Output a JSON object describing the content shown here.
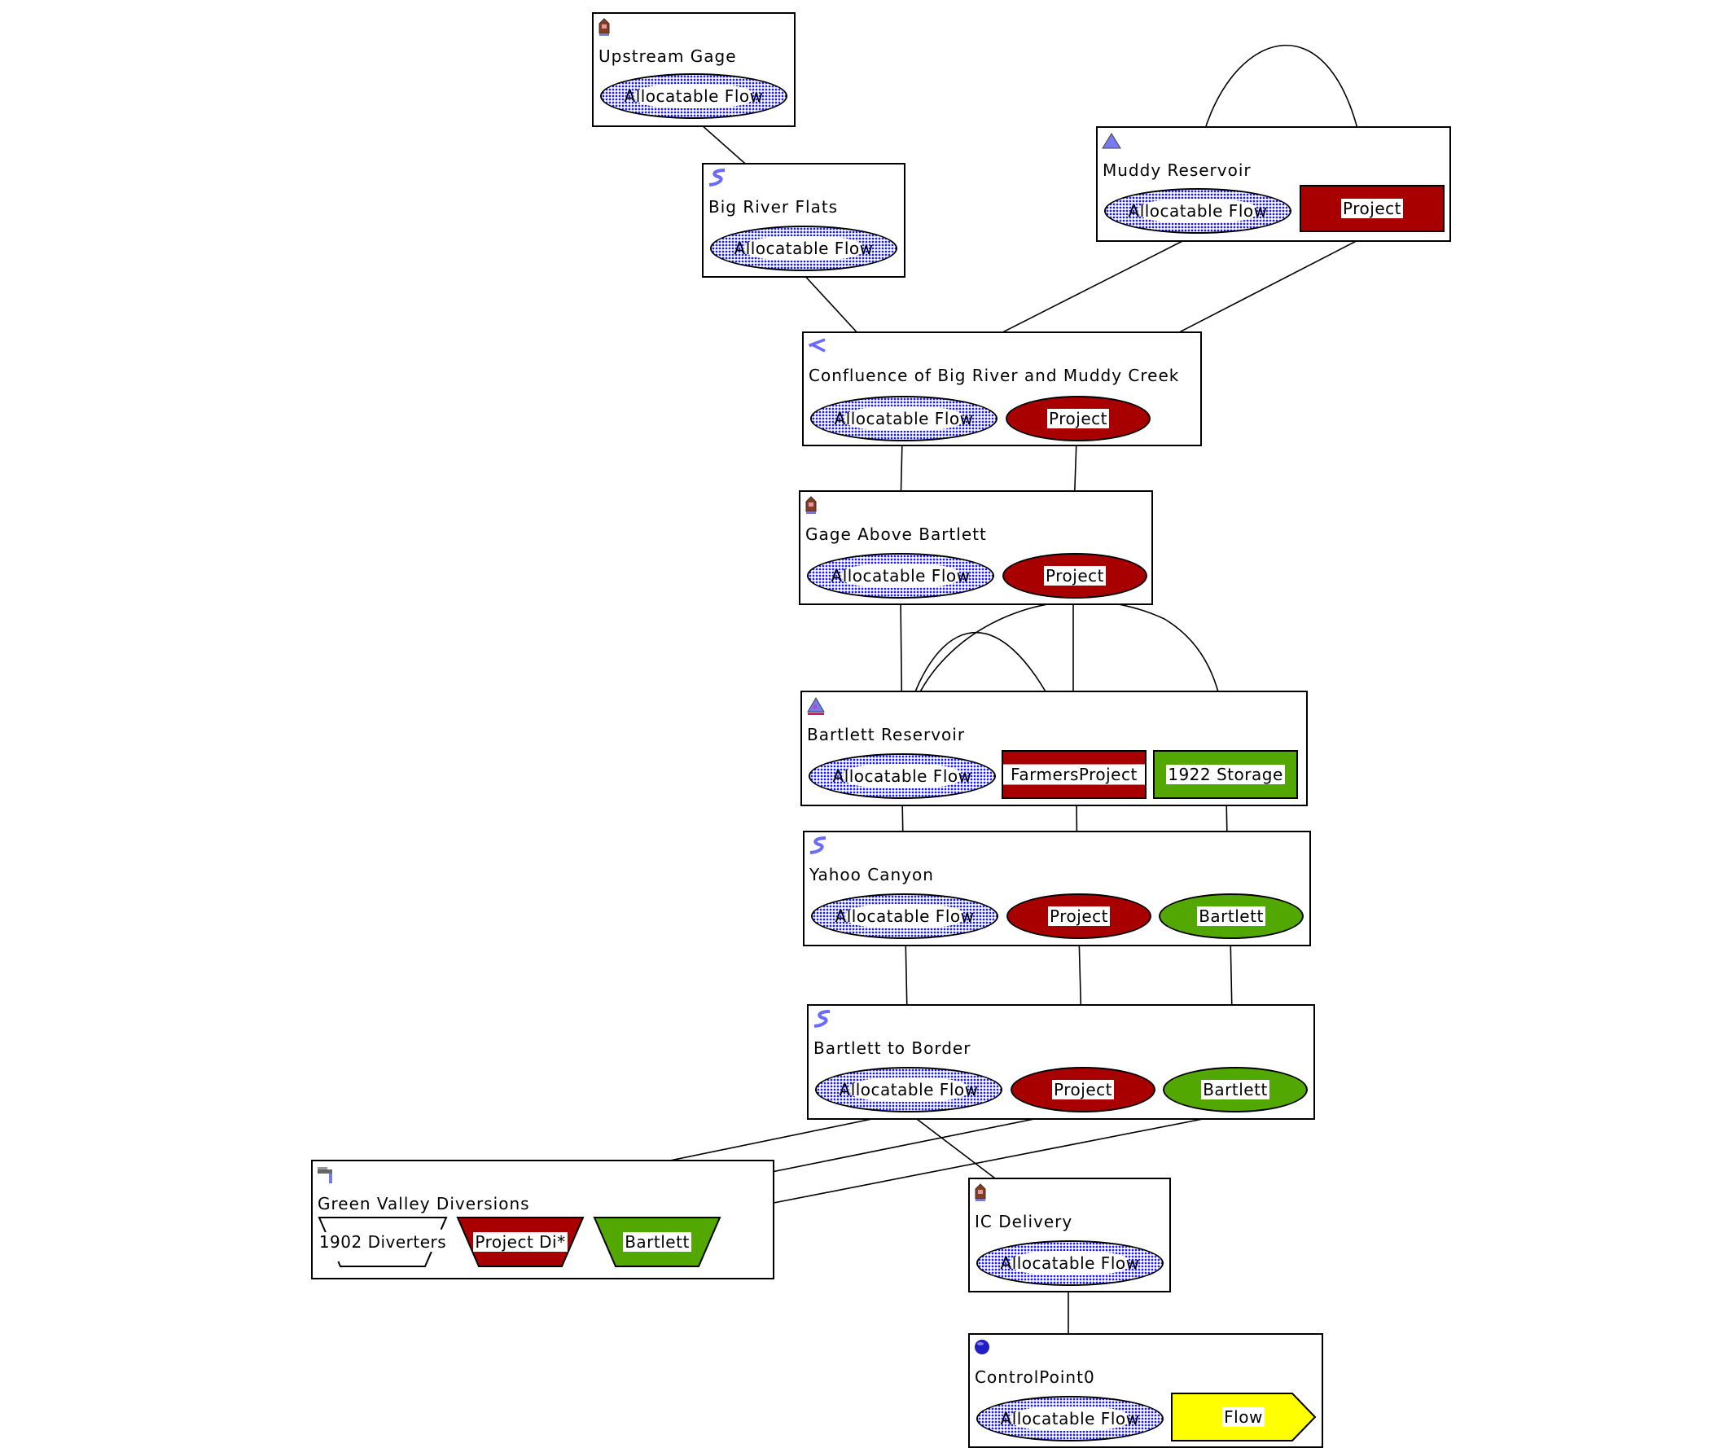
{
  "nodes": {
    "upstream_gage": {
      "title": "Upstream Gage",
      "icon": "gage-icon",
      "slots": [
        "Allocatable Flow"
      ]
    },
    "big_river_flats": {
      "title": "Big River Flats",
      "icon": "river-reach-icon",
      "slots": [
        "Allocatable Flow"
      ]
    },
    "muddy_reservoir": {
      "title": "Muddy Reservoir",
      "icon": "reservoir-icon",
      "slots": [
        "Allocatable Flow",
        "Project"
      ]
    },
    "confluence": {
      "title": "Confluence of Big River and Muddy Creek",
      "icon": "confluence-icon",
      "slots": [
        "Allocatable Flow",
        "Project"
      ]
    },
    "gage_above_bartlett": {
      "title": "Gage Above Bartlett",
      "icon": "gage-icon",
      "slots": [
        "Allocatable Flow",
        "Project"
      ]
    },
    "bartlett_reservoir": {
      "title": "Bartlett Reservoir",
      "icon": "reservoir-icon",
      "slots": [
        "Allocatable Flow",
        "FarmersProject",
        "1922 Storage"
      ]
    },
    "yahoo_canyon": {
      "title": "Yahoo Canyon",
      "icon": "river-reach-icon",
      "slots": [
        "Allocatable Flow",
        "Project",
        "Bartlett"
      ]
    },
    "bartlett_to_border": {
      "title": "Bartlett to Border",
      "icon": "river-reach-icon",
      "slots": [
        "Allocatable Flow",
        "Project",
        "Bartlett"
      ]
    },
    "green_valley": {
      "title": "Green Valley Diversions",
      "icon": "diversion-faucet-icon",
      "slots": [
        "1902 Diverters",
        "Project Di*",
        "Bartlett"
      ]
    },
    "ic_delivery": {
      "title": "IC Delivery",
      "icon": "gage-icon",
      "slots": [
        "Allocatable Flow"
      ]
    },
    "control_point0": {
      "title": "ControlPoint0",
      "icon": "control-point-icon",
      "slots": [
        "Allocatable Flow",
        "Flow"
      ]
    }
  },
  "colors": {
    "allocatable": "#1a1aff",
    "project": "#a80000",
    "bartlett": "#52a800",
    "flow": "#ffff00"
  }
}
